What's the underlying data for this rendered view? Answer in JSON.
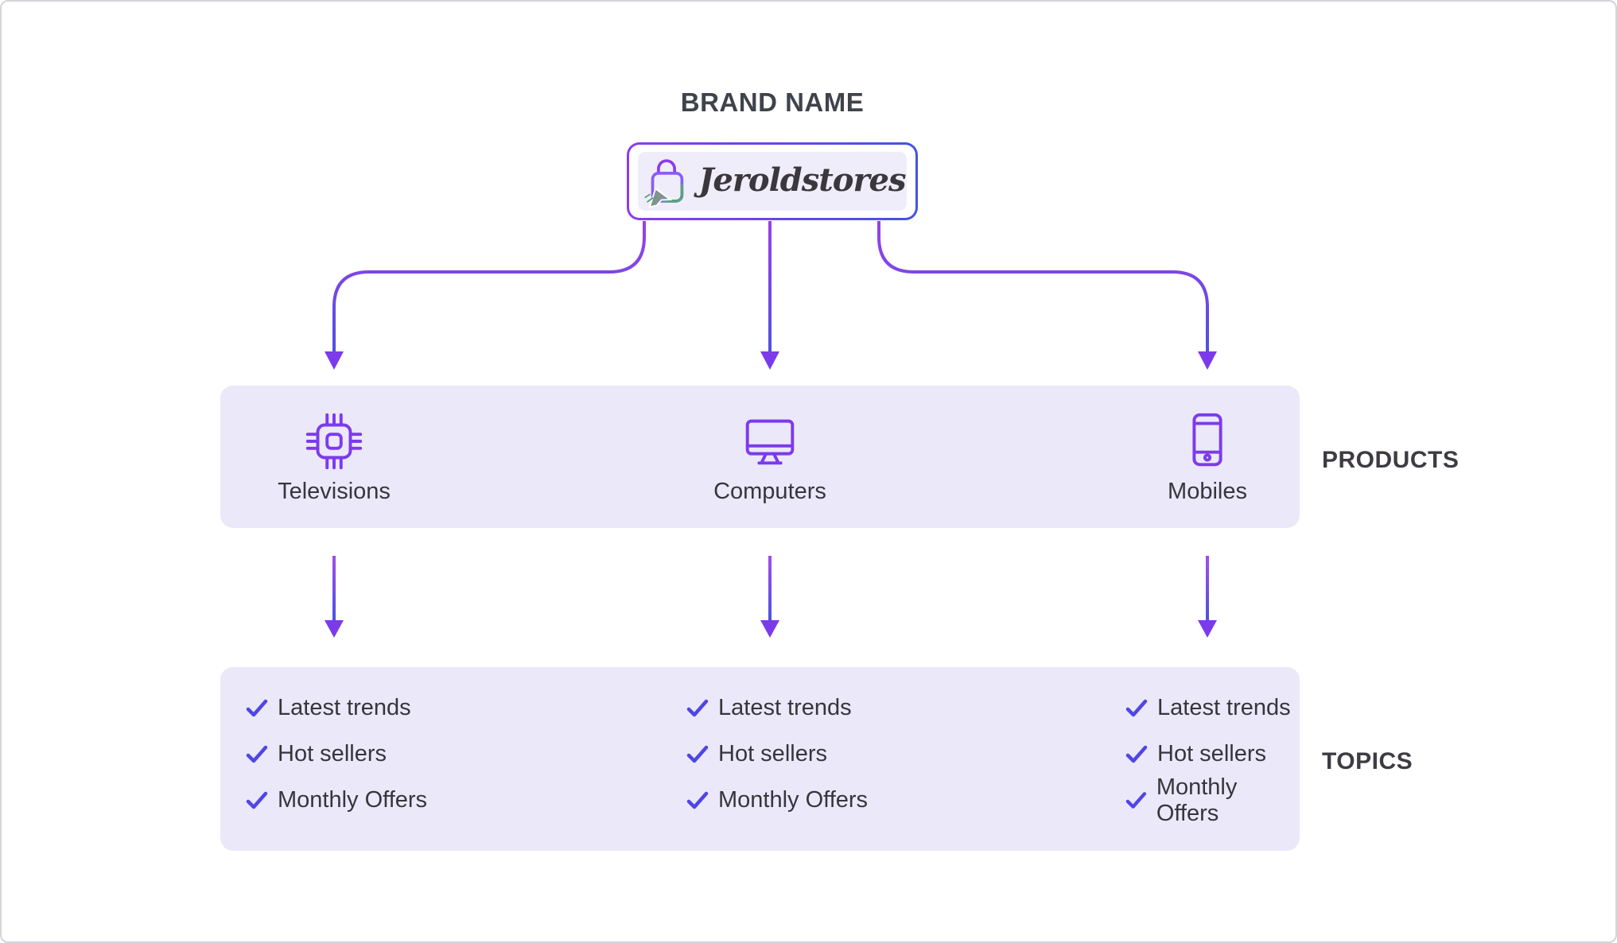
{
  "frame": {
    "title": "BRAND NAME"
  },
  "brand": {
    "name": "Jeroldstores",
    "logo_icon": "shopping-bag-cursor-icon"
  },
  "products": {
    "section_label": "PRODUCTS",
    "items": [
      {
        "label": "Televisions",
        "icon": "chip-icon"
      },
      {
        "label": "Computers",
        "icon": "monitor-icon"
      },
      {
        "label": "Mobiles",
        "icon": "tablet-icon"
      }
    ]
  },
  "topics": {
    "section_label": "TOPICS",
    "check_icon": "check-icon",
    "items": [
      "Latest trends",
      "Hot sellers",
      "Monthly Offers"
    ]
  },
  "colors": {
    "band_background": "#EBE8FA",
    "node_inner_background": "#F0EDFB",
    "icon_purple": "#7C3AED",
    "check_indigo": "#4F46E5",
    "connector_gradient_start": "#9B3FE9",
    "connector_gradient_end": "#4553E2",
    "arrowhead_purple": "#7C3BEA",
    "logo_green": "#57A181",
    "text_dark": "#37353C"
  }
}
